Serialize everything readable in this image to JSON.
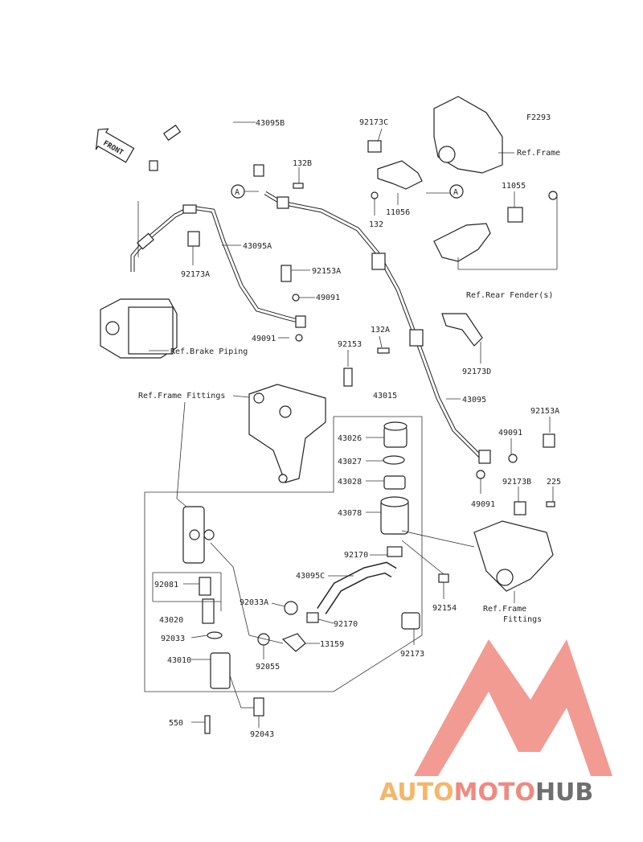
{
  "diagram_code": "F2293",
  "front_label": "FRONT",
  "callout_a": "A",
  "labels": {
    "p43095B": "43095B",
    "p132B": "132B",
    "p92173C": "92173C",
    "ref_frame_top": "Ref.Frame",
    "p11056": "11056",
    "p132": "132",
    "p11055": "11055",
    "ref_rear_fender": "Ref.Rear Fender(s)",
    "p43095A": "43095A",
    "p92173A": "92173A",
    "p92153A_top": "92153A",
    "p49091_a": "49091",
    "p49091_b": "49091",
    "ref_brake_piping": "Ref.Brake Piping",
    "p132A": "132A",
    "p92173D": "92173D",
    "p92153": "92153",
    "ref_frame_fittings_left": "Ref.Frame Fittings",
    "p43015": "43015",
    "p43095": "43095",
    "p92153A_right": "92153A",
    "p43026": "43026",
    "p49091_c": "49091",
    "p43027": "43027",
    "p43028": "43028",
    "p49091_d": "49091",
    "p92173B": "92173B",
    "p225": "225",
    "p43078": "43078",
    "p92170_a": "92170",
    "p43095C": "43095C",
    "p92154": "92154",
    "ref_frame_fittings_right_1": "Ref.Frame",
    "ref_frame_fittings_right_2": "Fittings",
    "p92081": "92081",
    "p92033A": "92033A",
    "p92170_b": "92170",
    "p43020": "43020",
    "p13159": "13159",
    "p92033": "92033",
    "p92055": "92055",
    "p92173": "92173",
    "p43010": "43010",
    "p550": "550",
    "p92043": "92043"
  },
  "watermark": {
    "auto": "AUTO",
    "moto": "MOTO",
    "hub": "HUB",
    "color_auto": "#f5b66a",
    "color_moto": "#ef8a80",
    "color_hub": "#6e6e6e",
    "color_logo": "#f08a80"
  }
}
